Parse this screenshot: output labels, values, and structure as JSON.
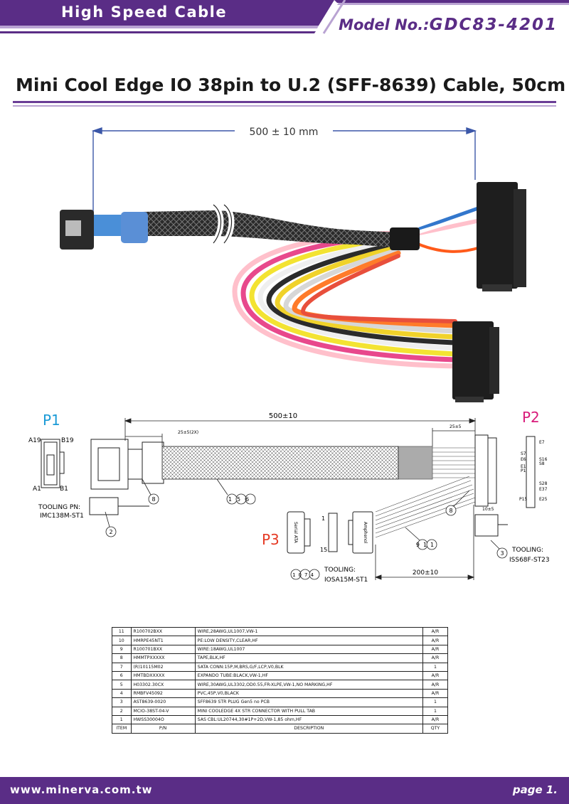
{
  "header": {
    "category": "High Speed Cable",
    "model_label": "Model No.:",
    "model_number": "GDC83-4201"
  },
  "title": "Mini Cool Edge IO 38pin to U.2 (SFF-8639) Cable, 50cm",
  "photo": {
    "length_label": "500 ± 10 mm"
  },
  "drawing": {
    "p1_label": "P1",
    "p2_label": "P2",
    "p3_label": "P3",
    "total_length": "500±10",
    "dim_25_2x": "25±5(2X)",
    "dim_25_right": "25±5",
    "dim_200": "200±10",
    "dim_10": "10±5",
    "pin_a19": "A19",
    "pin_b19": "B19",
    "pin_a1": "A1",
    "pin_b1": "B1",
    "pin_e7": "E7",
    "pin_s7": "S7",
    "pin_e6": "E6",
    "pin_s16": "S16",
    "pin_s8": "S8",
    "pin_e1": "E1",
    "pin_p1": "P1",
    "pin_s28": "S28",
    "pin_e37": "E37",
    "pin_p15": "P15",
    "pin_e25": "E25",
    "p3_pin_1": "1",
    "p3_pin_15": "15",
    "p3_body_text": "Serial ATA",
    "p3_body_text2": "Amphenol",
    "tooling_p1": "TOOLING PN:",
    "tooling_p1_pn": "IMC138M-ST1",
    "tooling_p2": "TOOLING:",
    "tooling_p2_pn": "ISS68F-ST23",
    "tooling_p3": "TOOLING:",
    "tooling_p3_pn": "IOSA15M-ST1",
    "callout_8": "8",
    "callout_2": "2",
    "callout_3": "3",
    "callout_156": "156",
    "callout_911": "911",
    "callout_1074": "1074"
  },
  "bom": {
    "headers": [
      "ITEM",
      "P/N",
      "DESCRIPTION",
      "QTY"
    ],
    "rows": [
      [
        "11",
        "R100702BXX",
        "WIRE,28AWG,UL1007,VW-1",
        "A/R"
      ],
      [
        "10",
        "HMRPE45NT1",
        "PE:LOW DENSITY,CLEAR,HF",
        "A/R"
      ],
      [
        "9",
        "R100701BXX",
        "WIRE:18AWG,UL1007",
        "A/R"
      ],
      [
        "8",
        "HMMTPXXXXX",
        "TAPE,BLK,HF",
        "A/R"
      ],
      [
        "7",
        "(R)10115M02",
        "SATA CONN:15P,M,BRS,G/F,LCP,V0,BLK",
        "1"
      ],
      [
        "6",
        "HMTBDXXXXX",
        "EXPANDO TUBE:BLACK,VW-1,HF",
        "A/R"
      ],
      [
        "5",
        "H03302.30CX",
        "WIRE,30AWG,UL3302,OD0.55,FR-XLPE,VW-1,NO MARKING,HF",
        "A/R"
      ],
      [
        "4",
        "RMBFV45092",
        "PVC,45P,V0,BLACK",
        "A/R"
      ],
      [
        "3",
        "AST8639-0020",
        "SFF8639 STR PLUG Gen5 no PCB",
        "1"
      ],
      [
        "2",
        "MCIO-38ST-04-V",
        "MINI COOLEDGE 4X STR CONNECTOR WITH PULL TAB",
        "1"
      ],
      [
        "1",
        "HWSS30004O",
        "SAS CBL:UL20744,30#1P+2D,VW-1,85 ohm,HF",
        "A/R"
      ]
    ]
  },
  "footer": {
    "url": "www.minerva.com.tw",
    "page": "page 1."
  },
  "colors": {
    "brand_purple": "#5a2d86",
    "brand_light": "#b9a3d2",
    "p1_color": "#1a9ad6",
    "p2_color": "#d81b7a",
    "p3_color": "#e53a24"
  }
}
